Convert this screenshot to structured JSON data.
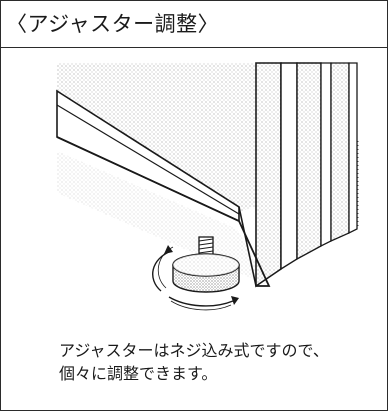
{
  "section": {
    "title": "〈アジャスター調整〉"
  },
  "illustration": {
    "subject": "adjuster-foot-with-rotation-arrows"
  },
  "caption": {
    "line1": "アジャスターはネジ込み式ですので、",
    "line2": "個々に調整できます。"
  },
  "colors": {
    "line": "#1a1a1a",
    "stipple": "#8a8a8a",
    "background": "#ffffff"
  }
}
